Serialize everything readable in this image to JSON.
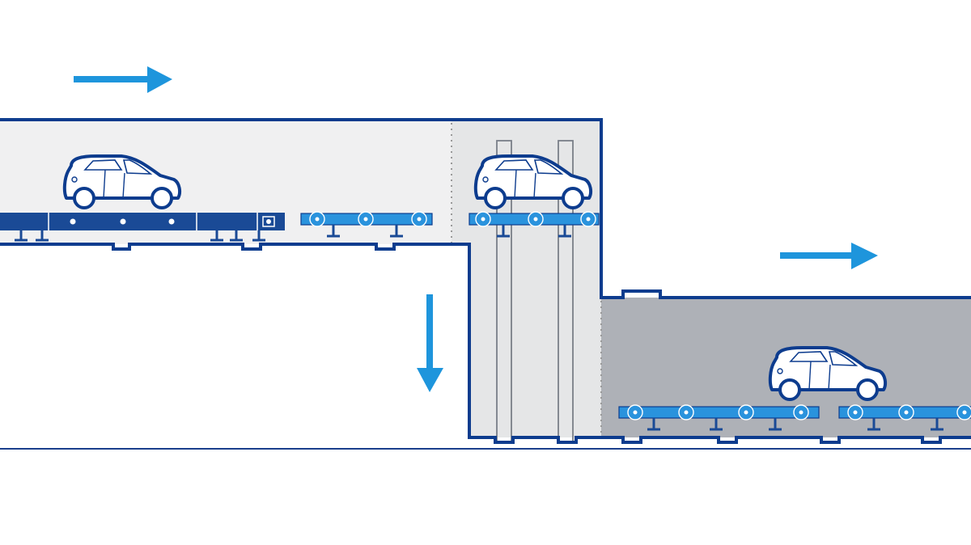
{
  "diagram": {
    "colors": {
      "outline": "#0d3c8e",
      "navy_conveyor": "#1a4a96",
      "light_conveyor": "#2a93dd",
      "arrow": "#1e95dc",
      "upper_zone_fill": "#f0f0f1",
      "lift_shaft_fill": "#e5e6e7",
      "lower_zone_fill": "#aeb1b7",
      "car_fill": "#ffffff",
      "divider_dotted": "#9a9a9a",
      "ground_line": "#1b3f8c"
    },
    "zones": [
      "upper-level",
      "lift-shaft",
      "lower-level"
    ],
    "vehicles": [
      "car-body-upper",
      "car-body-lift",
      "car-body-lower"
    ],
    "flow_arrows": [
      "right",
      "down",
      "right"
    ]
  }
}
